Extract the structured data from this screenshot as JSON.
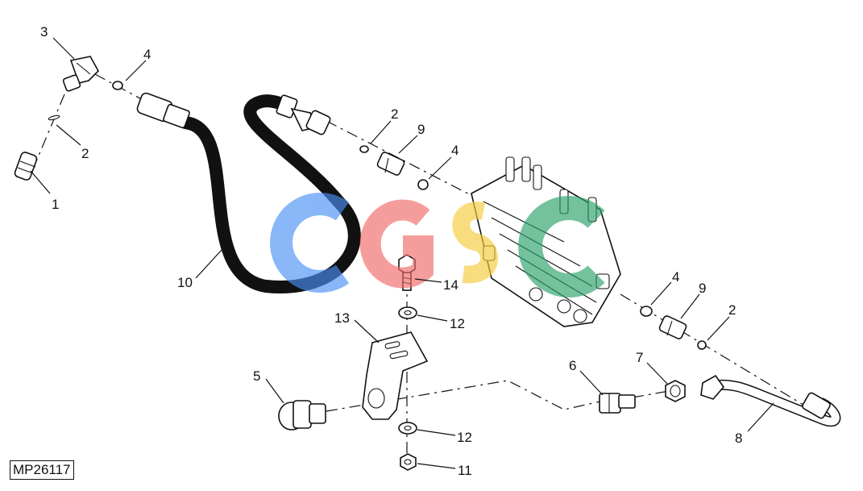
{
  "callouts": [
    {
      "id": "callout-1",
      "label": "1"
    },
    {
      "id": "callout-2a",
      "label": "2"
    },
    {
      "id": "callout-2b",
      "label": "2"
    },
    {
      "id": "callout-2c",
      "label": "2"
    },
    {
      "id": "callout-3",
      "label": "3"
    },
    {
      "id": "callout-4a",
      "label": "4"
    },
    {
      "id": "callout-4b",
      "label": "4"
    },
    {
      "id": "callout-4c",
      "label": "4"
    },
    {
      "id": "callout-5",
      "label": "5"
    },
    {
      "id": "callout-6",
      "label": "6"
    },
    {
      "id": "callout-7",
      "label": "7"
    },
    {
      "id": "callout-8",
      "label": "8"
    },
    {
      "id": "callout-9a",
      "label": "9"
    },
    {
      "id": "callout-9b",
      "label": "9"
    },
    {
      "id": "callout-10",
      "label": "10"
    },
    {
      "id": "callout-11",
      "label": "11"
    },
    {
      "id": "callout-12a",
      "label": "12"
    },
    {
      "id": "callout-12b",
      "label": "12"
    },
    {
      "id": "callout-13",
      "label": "13"
    },
    {
      "id": "callout-14",
      "label": "14"
    }
  ],
  "reference_number": "MP26117",
  "watermark": {
    "text": "CGSC",
    "colors": [
      "#4a90f5",
      "#f06a6a",
      "#f5cc3a",
      "#2aa06a"
    ]
  }
}
